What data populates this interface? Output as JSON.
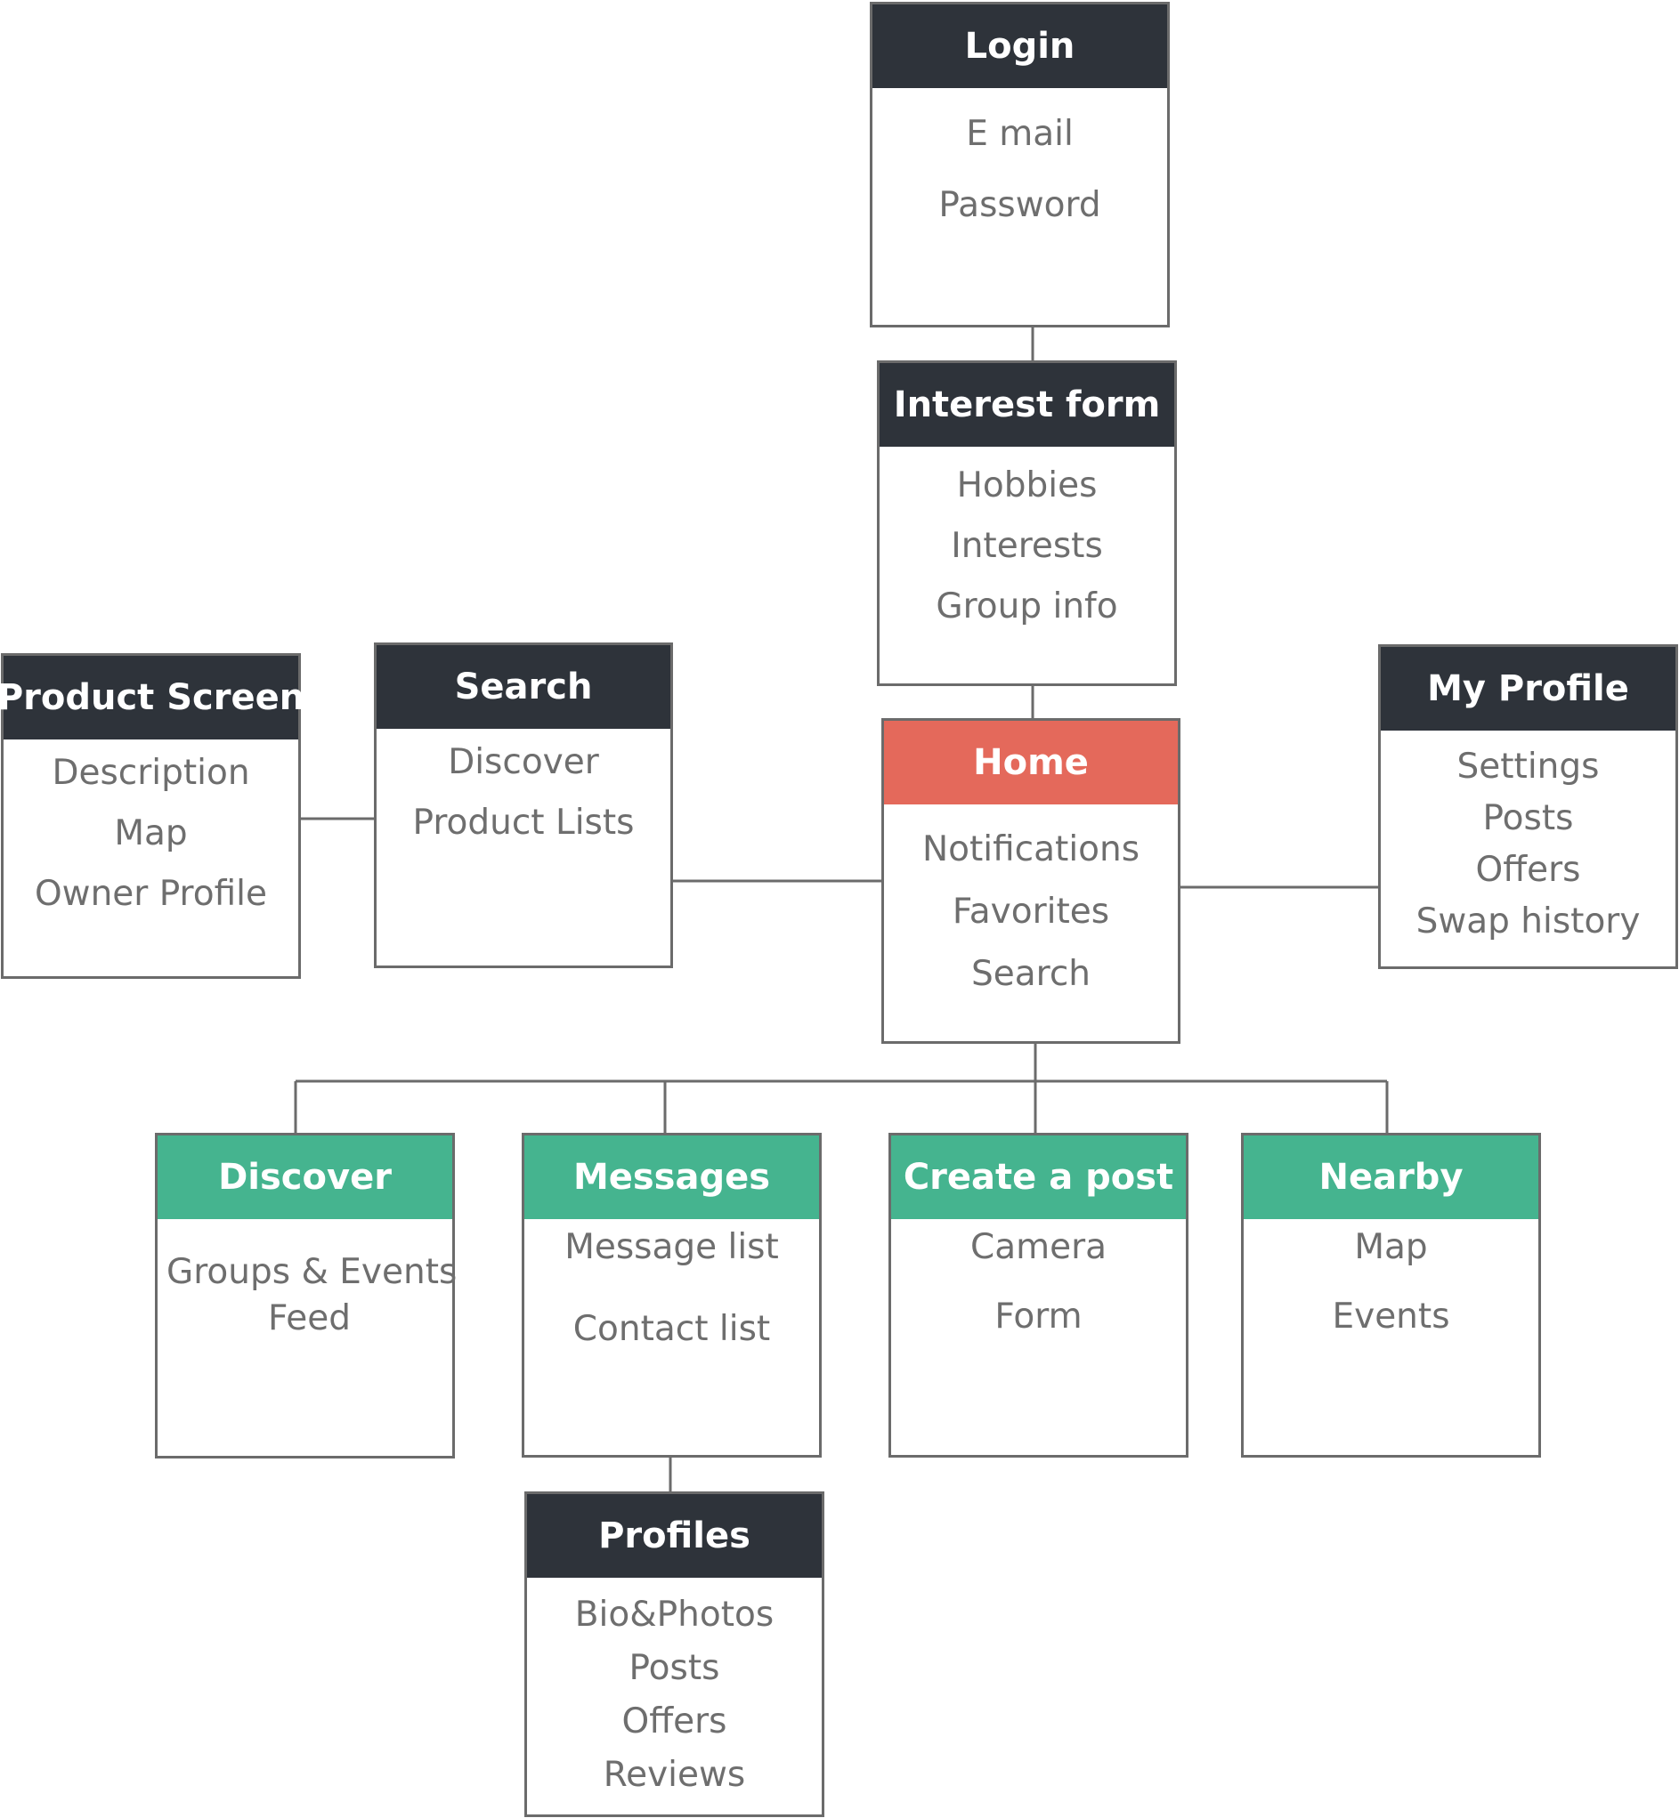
{
  "colors": {
    "header_dark": "#2e333a",
    "header_home": "#e4695b",
    "header_tab": "#45b48f",
    "border": "#6b6b6b",
    "item_text": "#6e6e6e",
    "line": "#6b6b6b"
  },
  "nodes": {
    "login": {
      "title": "Login",
      "items": [
        "E mail",
        "Password"
      ]
    },
    "interest_form": {
      "title": "Interest form",
      "items": [
        "Hobbies",
        "Interests",
        "Group info"
      ]
    },
    "home": {
      "title": "Home",
      "items": [
        "Notifications",
        "Favorites",
        "Search"
      ]
    },
    "product_screen": {
      "title": "Product Screen",
      "items": [
        "Description",
        "Map",
        "Owner Profile"
      ]
    },
    "search": {
      "title": "Search",
      "items": [
        "Discover",
        "Product Lists"
      ]
    },
    "my_profile": {
      "title": "My Profile",
      "items": [
        "Settings",
        "Posts",
        "Offers",
        "Swap history"
      ]
    },
    "discover": {
      "title": "Discover",
      "items": [
        "Groups & Events",
        "Feed"
      ]
    },
    "messages": {
      "title": "Messages",
      "items": [
        "Message list",
        "Contact list"
      ]
    },
    "create_post": {
      "title": "Create a post",
      "items": [
        "Camera",
        "Form"
      ]
    },
    "nearby": {
      "title": "Nearby",
      "items": [
        "Map",
        "Events"
      ]
    },
    "profiles": {
      "title": "Profiles",
      "items": [
        "Bio&Photos",
        "Posts",
        "Offers",
        "Reviews"
      ]
    }
  }
}
